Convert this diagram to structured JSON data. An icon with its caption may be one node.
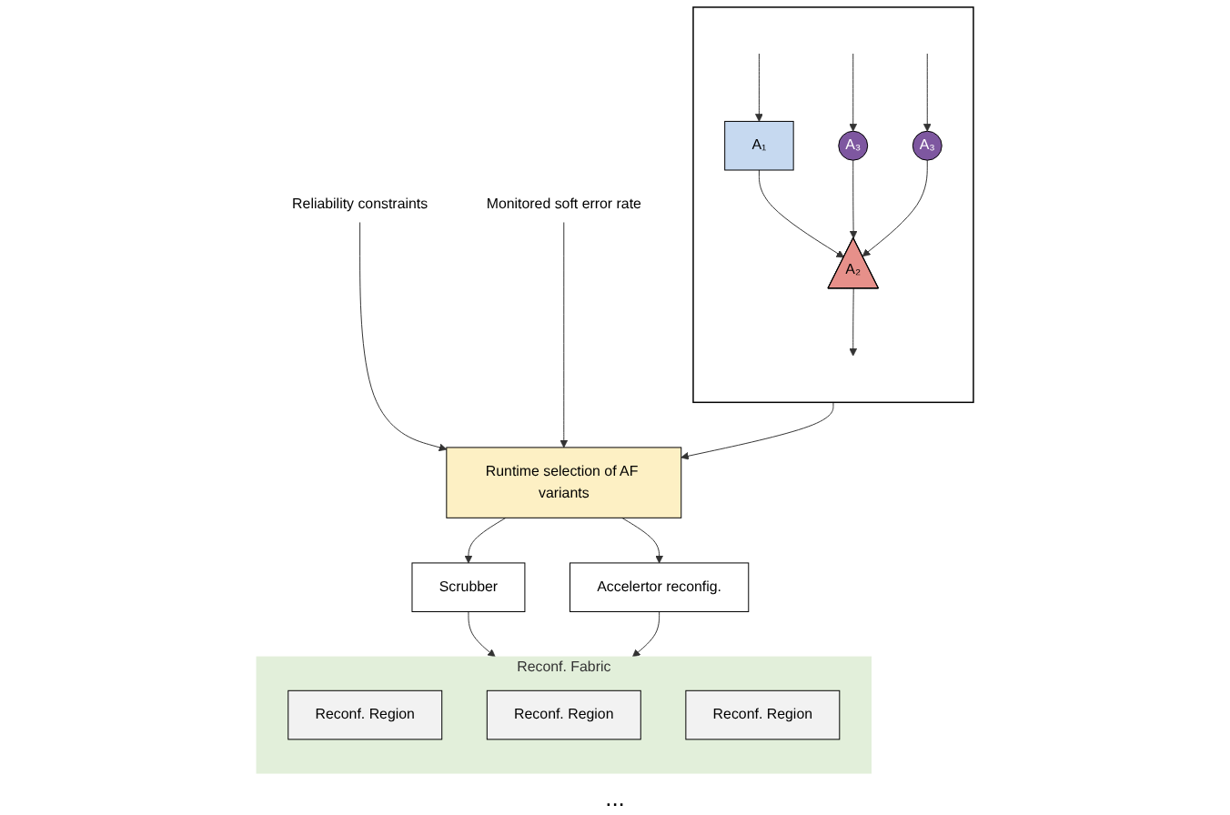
{
  "diagram": {
    "nodes": [
      {
        "text": [
          "Reliability constraints"
        ]
      },
      {
        "text": [
          "Monitored soft error rate"
        ]
      },
      {
        "text": [
          "Runtime selection of AF variants"
        ]
      },
      {
        "text": [
          "Scrubber"
        ]
      },
      {
        "text": [
          "Accelertor reconfig."
        ]
      },
      {
        "text": [
          "Reconf. Fabric"
        ]
      },
      {
        "text": [
          "Reconf. Region"
        ],
        "in": 5
      },
      {
        "text": [
          "Reconf. Region"
        ],
        "in": 5
      },
      {
        "text": [
          "Reconf. Region"
        ],
        "in": 5
      },
      {
        "text": [],
        "shape": "box"
      },
      {
        "text": [
          "A₁"
        ],
        "in": 9
      },
      {
        "text": [
          "A₃"
        ],
        "in": 9
      },
      {
        "text": [
          "A₃"
        ],
        "in": 9
      },
      {
        "text": [
          "A₂"
        ],
        "in": 9
      }
    ],
    "edges": [
      {
        "from": 0,
        "to": 2,
        "arrow": "to"
      },
      {
        "from": 1,
        "to": 2,
        "arrow": "to"
      },
      {
        "from": 9,
        "to": 2,
        "arrow": "to"
      },
      {
        "from": 2,
        "to": 3,
        "arrow": "to"
      },
      {
        "from": 2,
        "to": 4,
        "arrow": "to"
      },
      {
        "from": 3,
        "to": 5,
        "arrow": "to"
      },
      {
        "from": 4,
        "to": 5,
        "arrow": "to"
      },
      {
        "from": null,
        "to": 10,
        "arrow": "to"
      },
      {
        "from": null,
        "to": 12,
        "arrow": "to"
      },
      {
        "from": null,
        "to": 11,
        "arrow": "to"
      },
      {
        "from": 10,
        "to": 13,
        "arrow": "to"
      },
      {
        "from": 12,
        "to": 13,
        "arrow": "to"
      },
      {
        "from": 11,
        "to": 13,
        "arrow": "to"
      },
      {
        "from": 13,
        "to": null,
        "arrow": "to"
      }
    ],
    "labels": [
      "..."
    ]
  }
}
